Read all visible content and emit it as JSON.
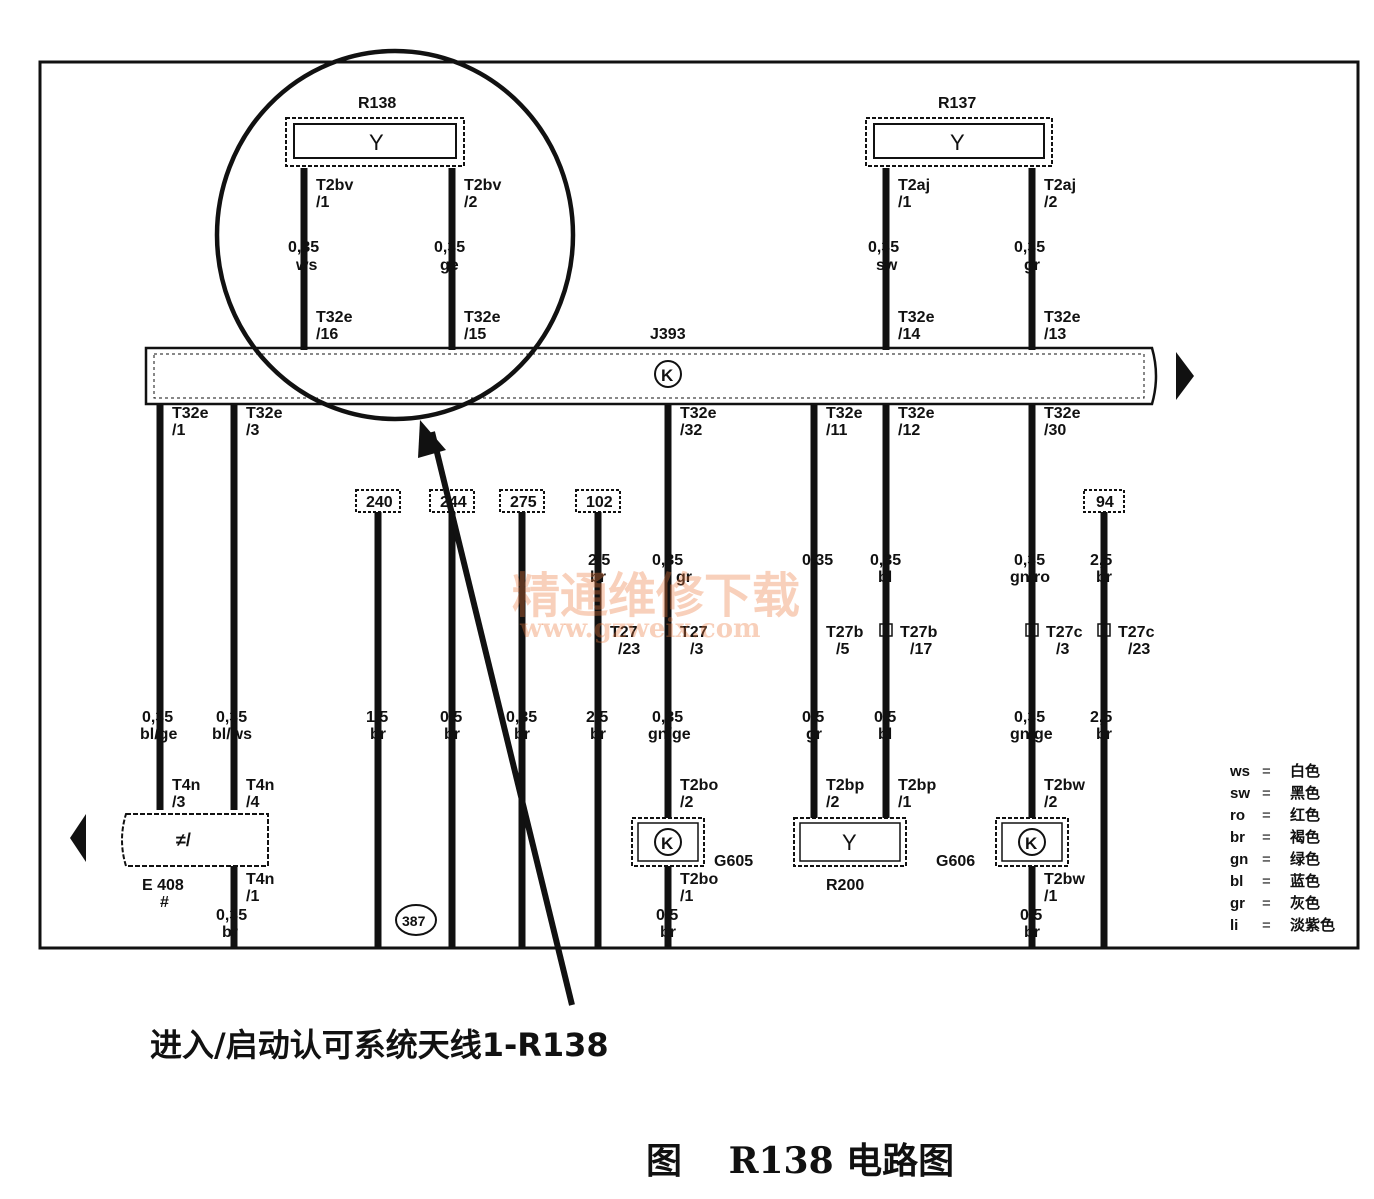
{
  "colors": {
    "ink": "#111111",
    "paper": "#ffffff",
    "watermark": "#eb783c"
  },
  "components": {
    "r138": {
      "name": "R138",
      "symbol": "Y"
    },
    "r137": {
      "name": "R137",
      "symbol": "Y"
    },
    "j393": {
      "name": "J393",
      "symbol": "K"
    },
    "e408": {
      "name": "E 408",
      "sub": "#",
      "symbol": "≠/"
    },
    "g605": {
      "name": "G605",
      "symbol": "K"
    },
    "r200": {
      "name": "R200",
      "symbol": "Y"
    },
    "g606": {
      "name": "G606",
      "symbol": "K"
    }
  },
  "wires_top": [
    {
      "id": "a",
      "pin1": "T2bv",
      "pin1b": "/1",
      "size": "0,35",
      "color": "ws",
      "pin2": "T32e",
      "pin2b": "/16"
    },
    {
      "id": "b",
      "pin1": "T2bv",
      "pin1b": "/2",
      "size": "0,35",
      "color": "ge",
      "pin2": "T32e",
      "pin2b": "/15"
    },
    {
      "id": "c",
      "pin1": "T2aj",
      "pin1b": "/1",
      "size": "0,35",
      "color": "sw",
      "pin2": "T32e",
      "pin2b": "/14"
    },
    {
      "id": "d",
      "pin1": "T2aj",
      "pin1b": "/2",
      "size": "0,35",
      "color": "gr",
      "pin2": "T32e",
      "pin2b": "/13"
    }
  ],
  "wires_bottom": [
    {
      "id": "w1",
      "pin": "T32e",
      "pinb": "/1",
      "size": "0,35",
      "color": "bl/ge",
      "conn": "T4n",
      "connb": "/3"
    },
    {
      "id": "w2",
      "pin": "T32e",
      "pinb": "/3",
      "size": "0,35",
      "color": "bl/ws",
      "conn": "T4n",
      "connb": "/4"
    },
    {
      "id": "w3",
      "ref": "240",
      "size": "1,5",
      "color": "br"
    },
    {
      "id": "w4",
      "ref": "244",
      "size": "0,5",
      "color": "br"
    },
    {
      "id": "w5",
      "ref": "275",
      "size": "0,35",
      "color": "br"
    },
    {
      "id": "w6",
      "ref": "102",
      "size1": "2,5",
      "color1": "br",
      "mid": "T27",
      "midb": "/23",
      "size": "2,5",
      "color": "br"
    },
    {
      "id": "w7",
      "pin": "T32e",
      "pinb": "/32",
      "size1": "0,35",
      "color1": "gr",
      "mid": "T27",
      "midb": "/3",
      "size": "0,35",
      "color": "gn/ge",
      "conn": "T2bo",
      "connb": "/2",
      "conn2": "T2bo",
      "conn2b": "/1",
      "size2": "0,5",
      "color2": "br"
    },
    {
      "id": "w8",
      "pin": "T32e",
      "pinb": "/11",
      "size1": "0,35",
      "color1": "",
      "mid": "T27b",
      "midb": "/5",
      "size": "0,5",
      "color": "gr",
      "conn": "T2bp",
      "connb": "/2"
    },
    {
      "id": "w9",
      "pin": "T32e",
      "pinb": "/12",
      "size1": "0,35",
      "color1": "bl",
      "mid": "T27b",
      "midb": "/17",
      "size": "0,5",
      "color": "bl",
      "conn": "T2bp",
      "connb": "/1"
    },
    {
      "id": "w10",
      "pin": "T32e",
      "pinb": "/30",
      "size1": "0,35",
      "color1": "gn/ro",
      "mid": "T27c",
      "midb": "/3",
      "size": "0,35",
      "color": "gn/ge",
      "conn": "T2bw",
      "connb": "/2",
      "conn2": "T2bw",
      "conn2b": "/1",
      "size2": "0,5",
      "color2": "br"
    },
    {
      "id": "w11",
      "ref": "94",
      "size1": "2,5",
      "color1": "br",
      "mid": "T27c",
      "midb": "/23",
      "size": "2,5",
      "color": "br"
    }
  ],
  "e408_out": {
    "conn": "T4n",
    "connb": "/1",
    "size": "0,35",
    "color": "br"
  },
  "ground_ref": "387",
  "legend": [
    {
      "code": "ws",
      "eq": "=",
      "name": "白色"
    },
    {
      "code": "sw",
      "eq": "=",
      "name": "黑色"
    },
    {
      "code": "ro",
      "eq": "=",
      "name": "红色"
    },
    {
      "code": "br",
      "eq": "=",
      "name": "褐色"
    },
    {
      "code": "gn",
      "eq": "=",
      "name": "绿色"
    },
    {
      "code": "bl",
      "eq": "=",
      "name": "蓝色"
    },
    {
      "code": "gr",
      "eq": "=",
      "name": "灰色"
    },
    {
      "code": "li",
      "eq": "=",
      "name": "淡紫色"
    }
  ],
  "annotation": "进入/启动认可系统天线1-R138",
  "caption": {
    "prefix": "图",
    "text": "R138 电路图"
  },
  "watermark": {
    "line1": "精通维修下载",
    "line2": "www.gzweix.com"
  }
}
